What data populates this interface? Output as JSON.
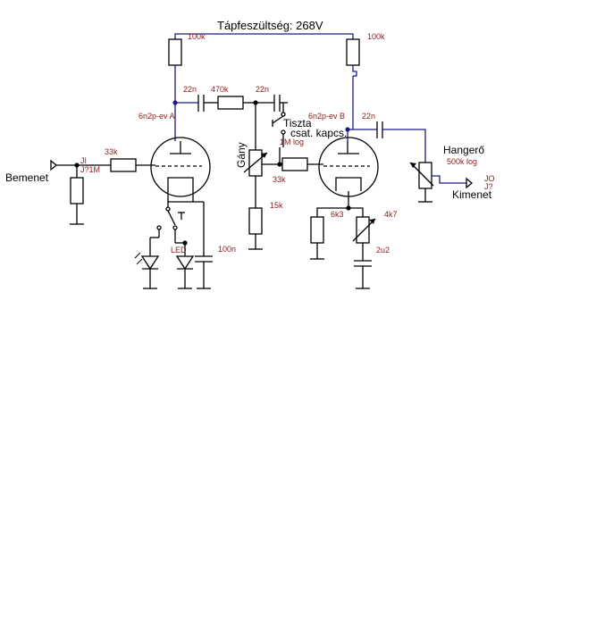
{
  "title": "Tápfeszültség: 268V",
  "labels": {
    "input": "Bemenet",
    "output": "Kimenet",
    "gain": "Gány",
    "volume": "Hangerő",
    "clean": "Tiszta",
    "switch": "csat. kapcs."
  },
  "parts": {
    "r_plate_a": "100k",
    "r_plate_b": "100k",
    "c_couple_a": "22n",
    "r_series": "470k",
    "c_clean": "22n",
    "tube_a": "6n2p-ev A",
    "tube_b": "6n2p-ev B",
    "c_out": "22n",
    "pot_gain": "1M log",
    "r_grid_in": "33k",
    "r_grid_b": "33k",
    "r_gain_bottom": "15k",
    "jack_in": "JI",
    "r_input": "J?1M",
    "led": "LED",
    "c_cath_a": "100n",
    "r_cath_b": "6k3",
    "pot_cath_b": "4k7",
    "c_cath_b": "2u2",
    "pot_volume": "500k log",
    "jack_out": "JO",
    "jack_out_ref": "J?"
  },
  "colors": {
    "supply_wire": "#1a1a8c",
    "signal_wire": "#a01818",
    "component": "#000000",
    "value_text": "#8b1a1a"
  }
}
